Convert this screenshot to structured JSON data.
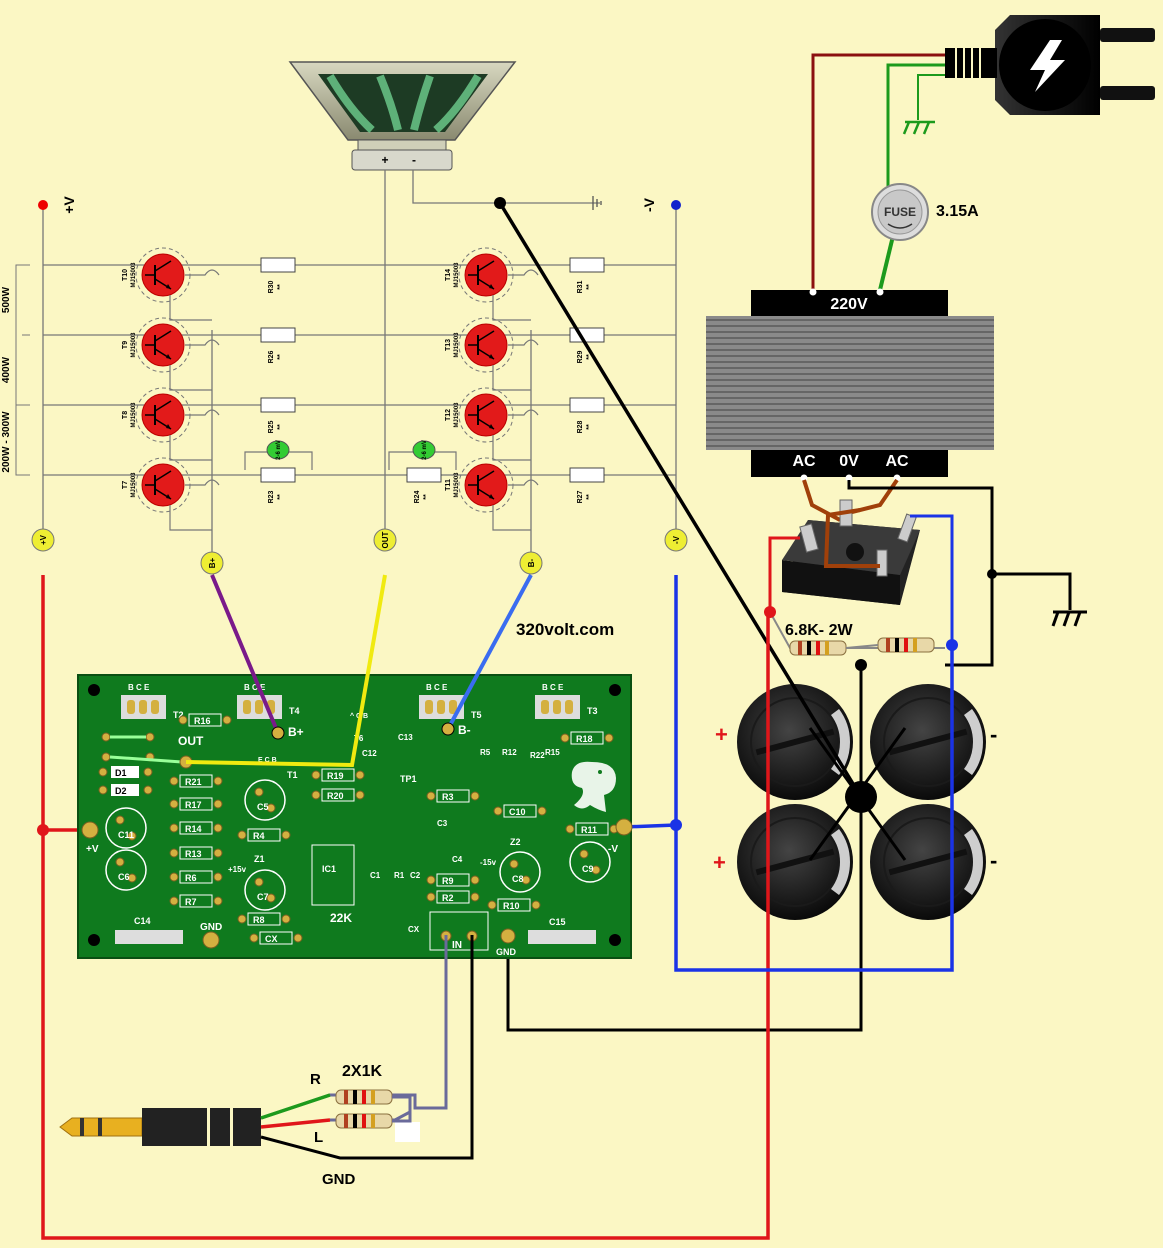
{
  "labels": {
    "vplus": "+V",
    "vminus": "-V",
    "site": "320volt.com",
    "fuse": "FUSE",
    "fuse_rating": "3.15A",
    "primary": "220V",
    "ac_left": "AC",
    "zero_v": "0V",
    "ac_right": "AC",
    "resistor_68k": "6.8K- 2W",
    "input_res": "2X1K",
    "ch_r": "R",
    "ch_l": "L",
    "jack_gnd": "GND",
    "speaker_plus": "+",
    "speaker_minus": "-",
    "cap_plus_1": "+",
    "cap_minus_1": "-",
    "cap_plus_2": "+",
    "cap_minus_2": "-",
    "power_500": "500W",
    "power_400": "400W",
    "power_200": "200W - 300W"
  },
  "badges": {
    "vplus": "+V",
    "bplus": "B+",
    "out": "OUT",
    "bminus": "B-",
    "vminus": "-V"
  },
  "transistors_left": [
    {
      "name": "T10",
      "type": "MJ15003"
    },
    {
      "name": "T9",
      "type": "MJ15003"
    },
    {
      "name": "T8",
      "type": "MJ15003"
    },
    {
      "name": "T7",
      "type": "MJ15003"
    }
  ],
  "transistors_right": [
    {
      "name": "T14",
      "type": "MJ15003"
    },
    {
      "name": "T13",
      "type": "MJ15003"
    },
    {
      "name": "T12",
      "type": "MJ15003"
    },
    {
      "name": "T11",
      "type": "MJ15003"
    }
  ],
  "resistors_left": [
    "R30",
    "R26",
    "R25",
    "R23"
  ],
  "resistors_mid": [
    "R24"
  ],
  "resistors_right": [
    "R31",
    "R29",
    "R28",
    "R27"
  ],
  "res_value": "**",
  "diode_label": "2-6 mV",
  "pcb": {
    "T2": "T2",
    "T4": "T4",
    "T5": "T5",
    "T3": "T3",
    "T6": "T6",
    "T1": "T1",
    "bce": "B C E",
    "ecb": "E C B",
    "out": "OUT",
    "bplus": "B+",
    "bminus": "B-",
    "parts": [
      "R16",
      "D1",
      "D2",
      "C11",
      "C6",
      "C14",
      "R21",
      "R17",
      "R14",
      "R13",
      "R6",
      "R7",
      "C5",
      "R4",
      "Z1",
      "C7",
      "R8",
      "CX",
      "GND",
      "R19",
      "R20",
      "TP1",
      "IC1",
      "C1",
      "R1",
      "C2",
      "22K",
      "CX",
      "IN",
      "R3",
      "C3",
      "C4",
      "R9",
      "R2",
      "C10",
      "Z2",
      "C8",
      "R10",
      "GND",
      "C15",
      "R5",
      "R12",
      "R22",
      "R15",
      "R18",
      "R11",
      "C9",
      "C12",
      "C13"
    ],
    "plus_v": "+V",
    "minus_v": "-V",
    "plus15": "+15v",
    "minus15": "-15v",
    "ac": "^ C B"
  }
}
